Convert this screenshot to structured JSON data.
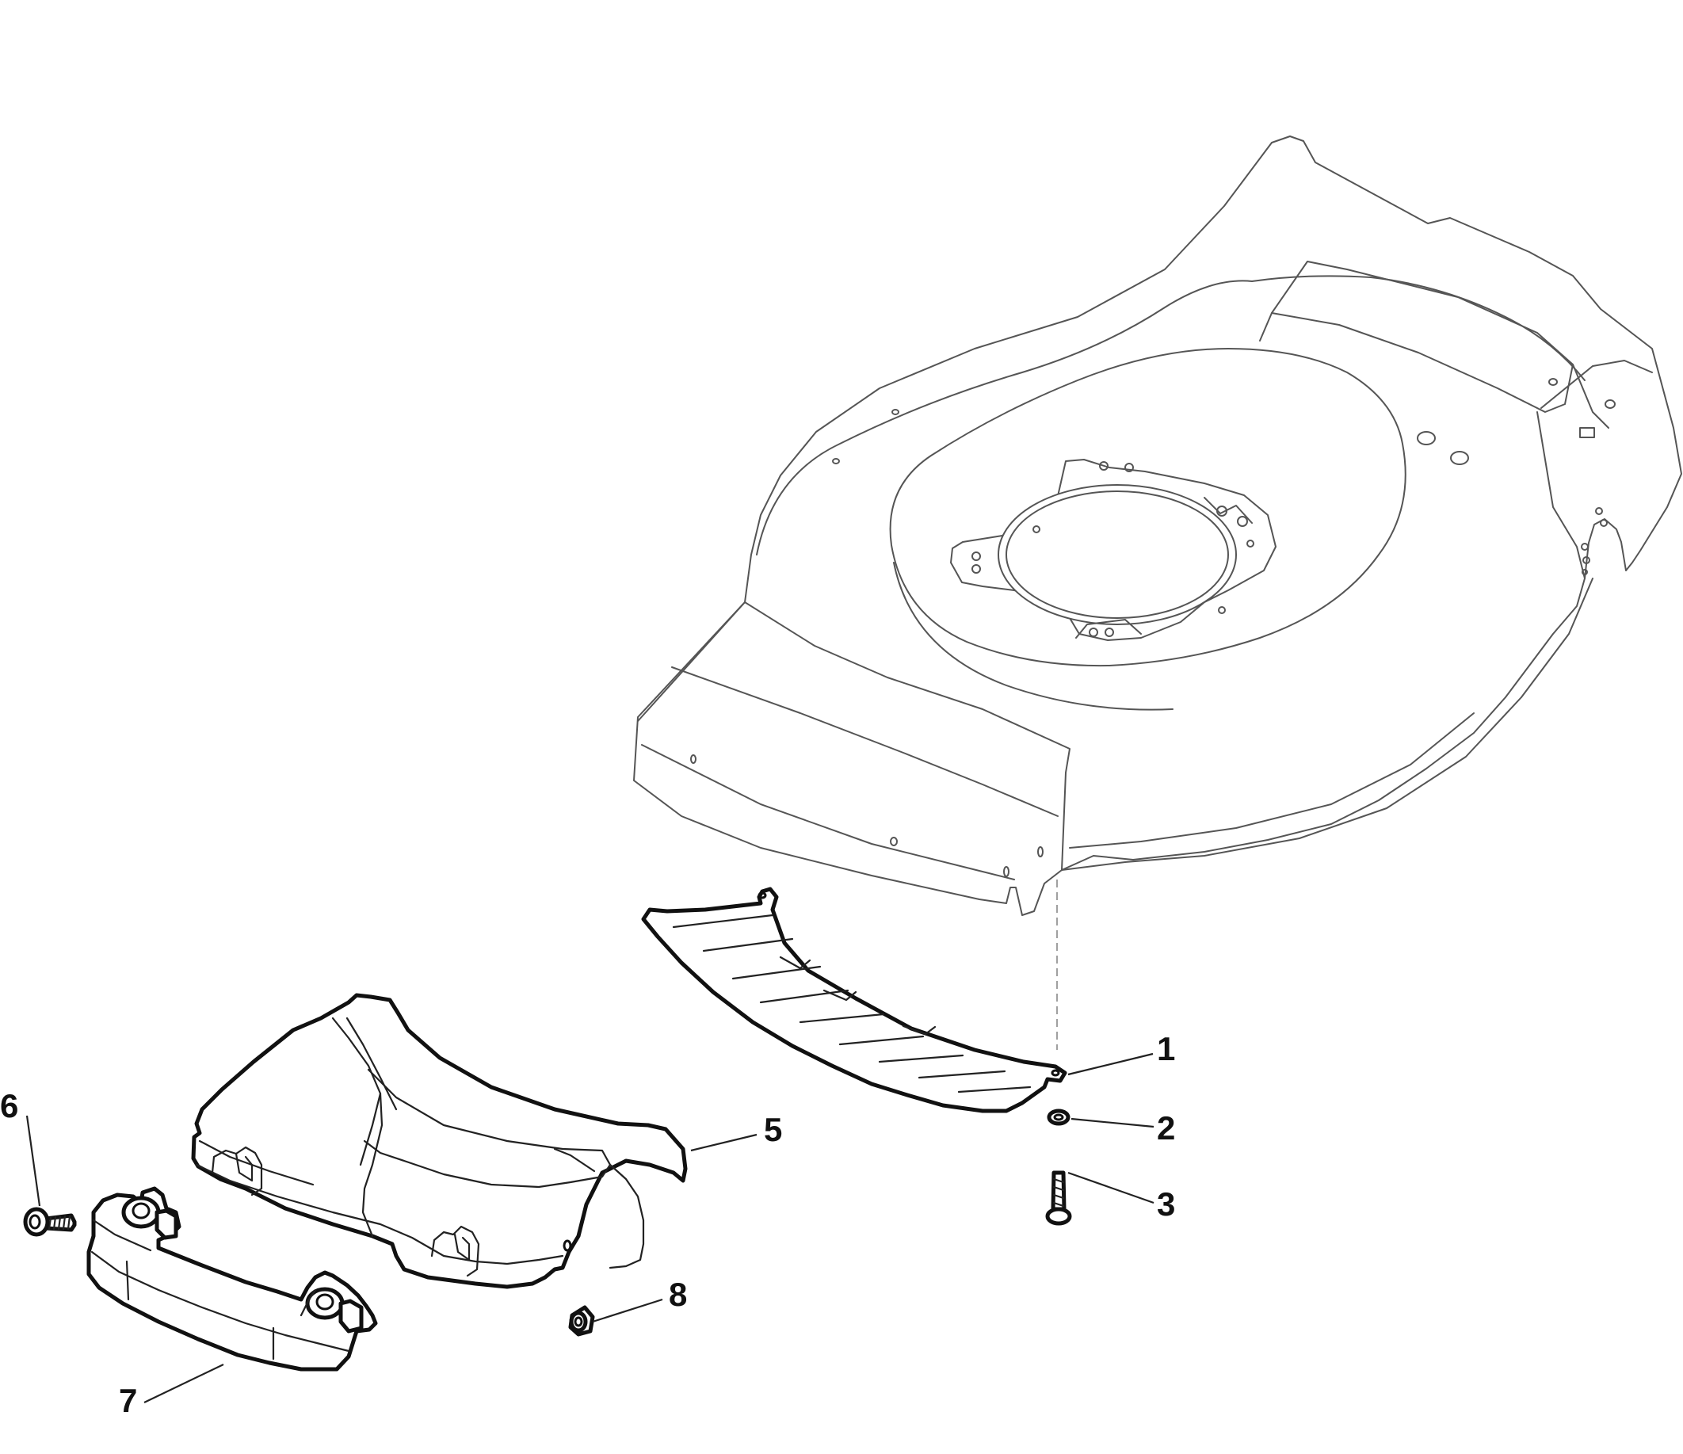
{
  "callouts": [
    {
      "id": "1",
      "label": "1"
    },
    {
      "id": "2",
      "label": "2"
    },
    {
      "id": "3",
      "label": "3"
    },
    {
      "id": "5",
      "label": "5"
    },
    {
      "id": "6",
      "label": "6"
    },
    {
      "id": "7",
      "label": "7"
    },
    {
      "id": "8",
      "label": "8"
    }
  ],
  "parts": [
    {
      "callout": "1",
      "icon": "deflector-plate-icon"
    },
    {
      "callout": "2",
      "icon": "washer-icon"
    },
    {
      "callout": "3",
      "icon": "screw-icon"
    },
    {
      "callout": "5",
      "icon": "front-cover-icon"
    },
    {
      "callout": "6",
      "icon": "bolt-icon"
    },
    {
      "callout": "7",
      "icon": "bumper-icon"
    },
    {
      "callout": "8",
      "icon": "nut-icon"
    }
  ],
  "colors": {
    "line": "#111111",
    "thin_line": "#555555",
    "background": "#ffffff"
  }
}
